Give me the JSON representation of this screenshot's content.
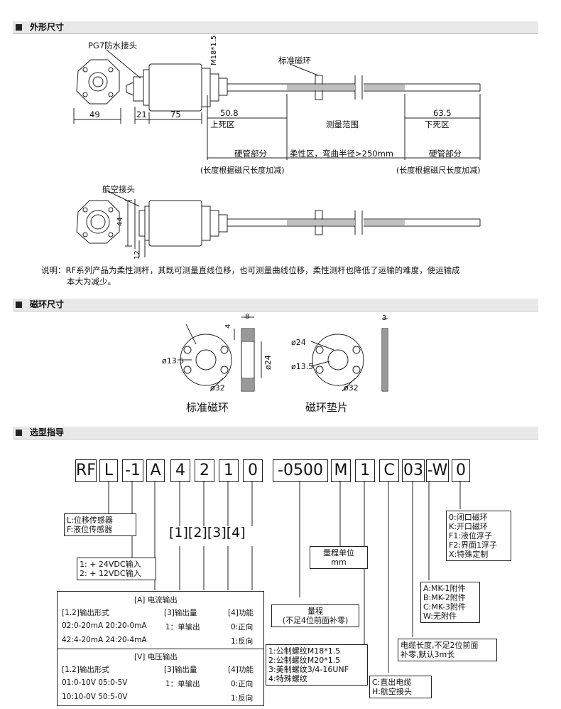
{
  "sections": {
    "outline": "外形尺寸",
    "ring": "磁环尺寸",
    "selection": "选型指导"
  },
  "outline": {
    "pg7": "PG7防水接头",
    "m18": "M18*1.5",
    "std_ring": "标准磁环",
    "dim_49": "49",
    "dim_21": "21",
    "dim_75": "75",
    "dim_508": "50.8",
    "dim_635": "63.5",
    "top_dead": "上死区",
    "meas_range": "测量范围",
    "bottom_dead": "下死区",
    "hard_pipe_l": "硬管部分",
    "flex_zone": "柔性区，弯曲半径>250mm",
    "hard_pipe_r": "硬管部分",
    "len_note_l": "(长度根据磁尺长度加减)",
    "len_note_r": "(长度根据磁尺长度加减)",
    "aviation": "航空接头",
    "dim_44": "44",
    "dim_12": "12",
    "note1": "说明：RF系列产品为柔性测杆，其既可测量直线位移，也可测量曲线位移，柔性测杆也降低了运输的难度，使运输成",
    "note2": "本大为减少。"
  },
  "ring": {
    "d4": "4",
    "d8": "8",
    "d135a": "ø13.5",
    "d24a": "ø24",
    "d32a": "ø32",
    "std_label": "标准磁环",
    "d24b": "ø24",
    "d135b": "ø13.5",
    "d32b": "ø32",
    "d3": "3",
    "pad_label": "磁环垫片"
  },
  "codes": [
    "RF",
    "L",
    "-1",
    "A",
    "4",
    "2",
    "1",
    "0",
    "-0500",
    "M",
    "1",
    "C",
    "03",
    "-W",
    "0"
  ],
  "brackets": "[1][2][3][4]",
  "boxes": {
    "type_l": "L:位移传感器",
    "type_f": "F:液位传感器",
    "pwr1": "1: + 24VDC输入",
    "pwr2": "2: + 12VDC输入",
    "unit_a": "量程单位",
    "unit_b": "mm",
    "range_a": "量程",
    "range_b": "(不足4位前面补零)",
    "thread1": "1:公制螺纹M18*1.5",
    "thread2": "2:公制螺纹M20*1.5",
    "thread3": "3:美制螺纹3/4-16UNF",
    "thread4": "4:特殊螺纹",
    "conn_c": "C:直出电缆",
    "conn_h": "H:航空接头",
    "cable_a": "电缆长度,不足2位前面",
    "cable_b": "补零,默认3m长",
    "att_a": "A:MK-1附件",
    "att_b": "B:MK-2附件",
    "att_c": "C:MK-3附件",
    "att_w": "W:无附件",
    "mag0": "0:闭口磁环",
    "magk": "K:开口磁环",
    "magf1": "F1:液位浮子",
    "magf2": "F2:界面1浮子",
    "magx": "X:特殊定制"
  },
  "table": {
    "a_title": "[A]  电流输出",
    "a_h1": "[1.2]输出形式",
    "a_h2": "[3]输出量",
    "a_h3": "[4]功能",
    "a_r1c1": "02:0-20mA 20:20-0mA",
    "a_r1c2": "1：单输出",
    "a_r1c3": "0:正向",
    "a_r2c1": "42:4-20mA 24:20-4mA",
    "a_r2c3": "1:反向",
    "v_title": "[V]  电压输出",
    "v_h1": "[1.2]输出形式",
    "v_h2": "[3]输出量",
    "v_h3": "[4]功能",
    "v_r1c1": "01:0-10V 05:0-5V",
    "v_r1c2": "1：单输出",
    "v_r1c3": "0:正向",
    "v_r2c1": "10:10-0V 50:5-0V",
    "v_r2c3": "1:反向"
  }
}
